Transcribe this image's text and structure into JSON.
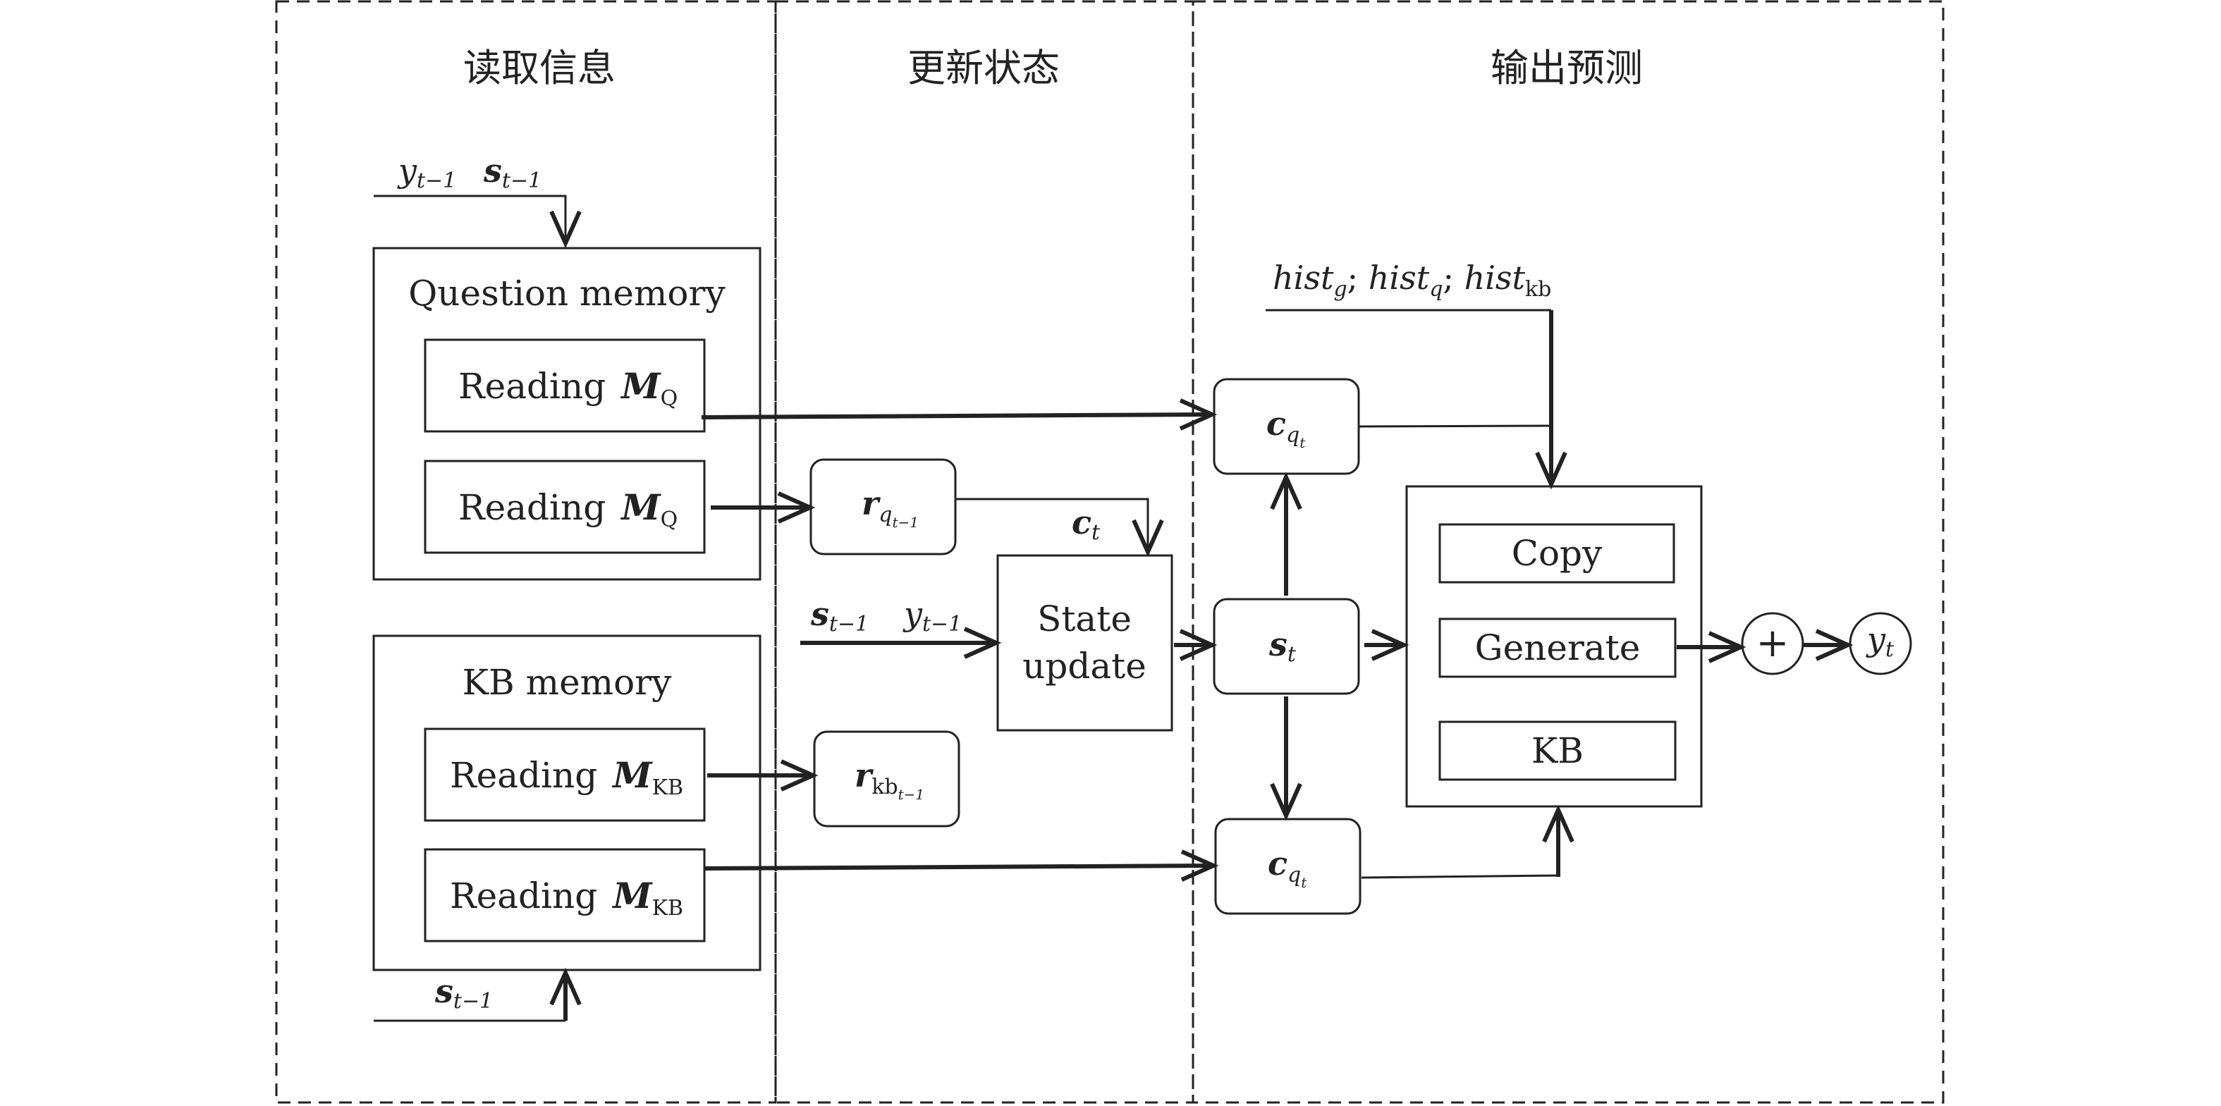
{
  "sections": {
    "read": "读取信息",
    "update": "更新状态",
    "output": "输出预测"
  },
  "question_memory": {
    "title": "Question memory",
    "reading_label": "Reading",
    "matrix": "M",
    "subscript": "Q"
  },
  "kb_memory": {
    "title": "KB memory",
    "reading_label": "Reading",
    "matrix": "M",
    "subscript": "KB"
  },
  "state_update": {
    "line1": "State",
    "line2": "update"
  },
  "decoder": {
    "copy": "Copy",
    "generate": "Generate",
    "kb": "KB"
  },
  "symbols": {
    "y": "y",
    "s": "s",
    "c": "c",
    "r": "r",
    "t": "t",
    "t_minus_1": "t−1",
    "q": "q",
    "kb": "kb",
    "plus": "+",
    "hist": "hist",
    "g": "g",
    "sep": "; "
  }
}
